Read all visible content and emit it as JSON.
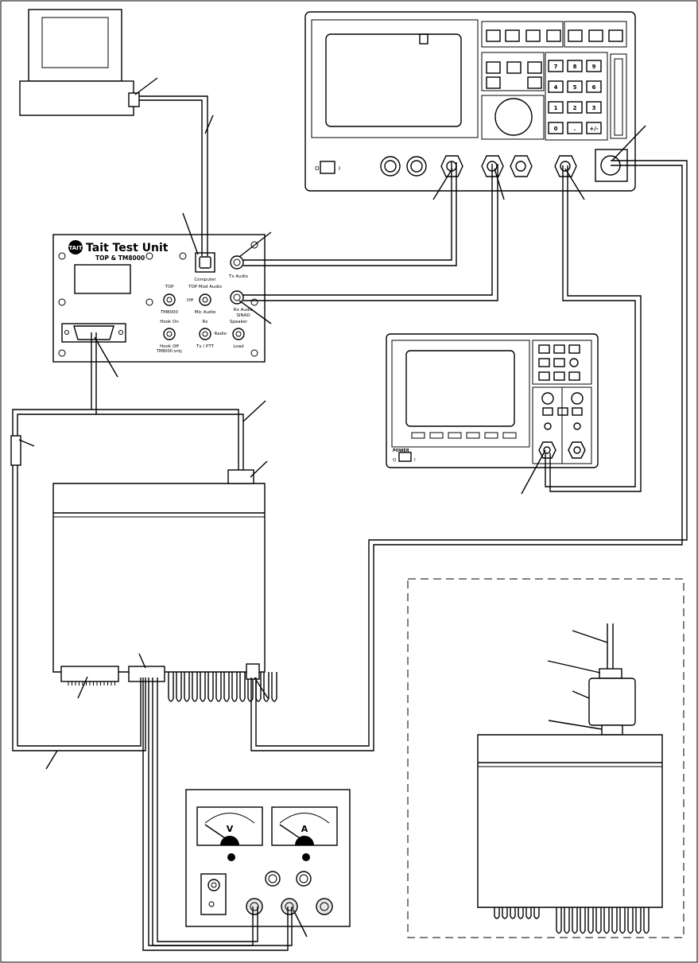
{
  "test_unit": {
    "title": "Tait Test Unit",
    "subtitle": "TOP & TM8000",
    "logo": "TAIT",
    "labels": {
      "computer": "Computer",
      "tx_audio": "Tx Audio",
      "rx_audio": "Rx Audio",
      "sinad": "SINAD",
      "top": "TOP",
      "top_mod_audio": "TOP Mod Audio",
      "tm8000": "TM8000",
      "off": "Off",
      "mic_audio": "Mic Audio",
      "hook_on": "Hook On",
      "rx": "Rx",
      "speaker": "Speaker",
      "radio": "Radio",
      "hook_off": "Hook Off",
      "tm8000_only": "TM8000 only",
      "tx_ptt": "Tx / PTT",
      "load": "Load"
    }
  },
  "service_monitor": {
    "keypad": [
      "7",
      "8",
      "9",
      "4",
      "5",
      "6",
      "1",
      "2",
      "3",
      "0",
      ".",
      "+/-"
    ],
    "power_off": "O",
    "power_on": "I"
  },
  "oscilloscope": {
    "power_label": "POWER",
    "power_off": "O",
    "power_on": "I"
  },
  "power_supply": {
    "volt_meter": "V",
    "amp_meter": "A"
  }
}
